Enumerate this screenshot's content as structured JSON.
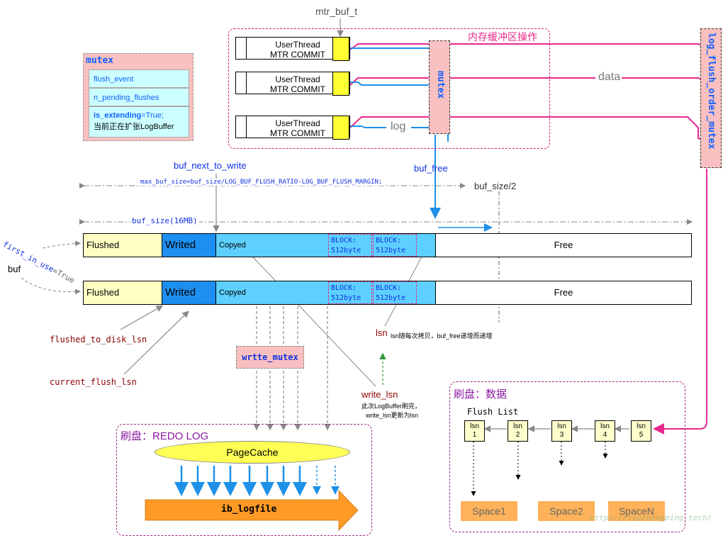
{
  "labels": {
    "mtr_buf_t": "mtr_buf_t",
    "memory_op": "内存缓冲区操作",
    "log_flush_order_mutex": "log_flush_order_mutex",
    "mutex_vertical": "mutex",
    "data": "data",
    "log": "log",
    "buf_next_to_write": "buf_next_to_write",
    "buf_free": "buf_free",
    "max_buf_size": "max_buf_size=buf_size/LOG_BUF_FLUSH_RATIO-LOG_BUF_FLUSH_MARGIN;",
    "buf_size_half": "buf_size/2",
    "buf_size_16mb": "buf_size(16MB)",
    "first_in_use": "first_in_use",
    "first_in_use_val": "=True",
    "buf": "buf",
    "flushed_to_disk_lsn": "flushed_to_disk_lsn",
    "current_flush_lsn": "current_flush_lsn",
    "wrtte_mutex": "wrtte_mutex",
    "lsn": "lsn",
    "lsn_note": "lsn随每次拷贝，buf_free递增而递增",
    "write_lsn": "write_lsn",
    "write_lsn_note1": "此次LogBuffer刷完，",
    "write_lsn_note2": "write_lsn更新为lsn",
    "redo_title": "刷盘：REDO LOG",
    "page_cache": "PageCache",
    "ib_logfile": "ib_logfile",
    "data_title": "刷盘：数据",
    "flush_list": "Flush List",
    "watermark": "https://liuzhengming.tech/"
  },
  "mutex_box": {
    "title": "mutex",
    "fields": [
      "flush_event",
      "n_pending_flushes"
    ],
    "extending_key": "is_extending",
    "extending_val": "=True;",
    "extending_note": "当前正在扩张LogBuffer"
  },
  "threads": [
    {
      "line1": "UserThread",
      "line2": "MTR COMMIT"
    },
    {
      "line1": "UserThread",
      "line2": "MTR COMMIT"
    },
    {
      "line1": "UserThread",
      "line2": "MTR COMMIT"
    }
  ],
  "buffer_rows": [
    {
      "flushed": "Flushed",
      "writed": "Writed",
      "copyed": "Copyed",
      "block1": [
        "BLOCK:",
        "512byte"
      ],
      "block2": [
        "BLOCK:",
        "512byte"
      ],
      "free": "Free"
    },
    {
      "flushed": "Flushed",
      "writed": "Writed",
      "copyed": "Copyed",
      "block1": [
        "BLOCK:",
        "512byte"
      ],
      "block2": [
        "BLOCK:",
        "512byte"
      ],
      "free": "Free"
    }
  ],
  "flush_nodes": [
    {
      "a": "lsn",
      "b": "1"
    },
    {
      "a": "lsn",
      "b": "2"
    },
    {
      "a": "lsn",
      "b": "3"
    },
    {
      "a": "lsn",
      "b": "4"
    },
    {
      "a": "lsn",
      "b": "5"
    }
  ],
  "spaces": [
    "Space1",
    "Space2",
    "SpaceN"
  ],
  "colors": {
    "flushed": "#ffffc4",
    "writed": "#1d8ff0",
    "copyed": "#5dd0ff",
    "pink_box": "#f8c0c0",
    "magenta": "#e8298c",
    "blue_arrow": "#1e90e8",
    "dark_red": "#8b0000",
    "orange": "#ff9a26"
  }
}
